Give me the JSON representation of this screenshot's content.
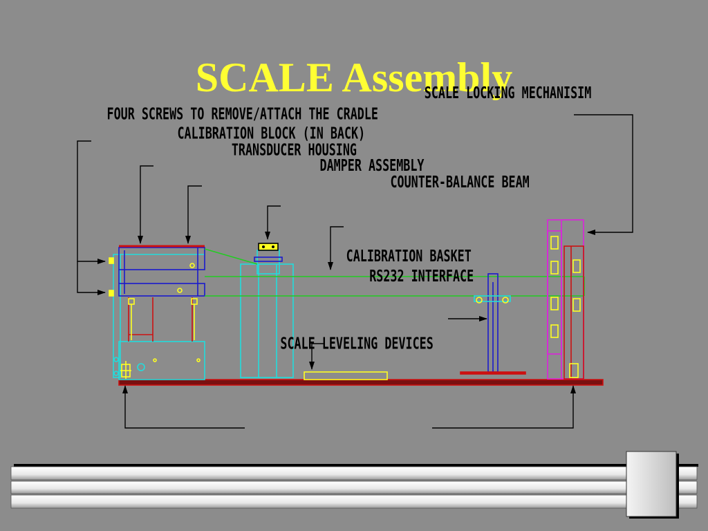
{
  "title": "SCALE Assembly",
  "labels": {
    "locking": "SCALE LOCKING MECHANISIM",
    "screws": "FOUR SCREWS TO REMOVE/ATTACH THE CRADLE",
    "calib_block": "CALIBRATION BLOCK (IN BACK)",
    "transducer": "TRANSDUCER HOUSING",
    "damper": "DAMPER ASSEMBLY",
    "beam": "COUNTER-BALANCE BEAM",
    "basket": "CALIBRATION BASKET",
    "rs232": "RS232 INTERFACE",
    "leveling": "SCALE LEVELING DEVICES"
  },
  "colors": {
    "background": "#8c8c8c",
    "title": "#ffff33",
    "drawing_blue": "#1a1acc",
    "drawing_green": "#22cc22",
    "drawing_cyan": "#22dddd",
    "drawing_red": "#cc1111",
    "drawing_magenta": "#dd22dd",
    "drawing_yellow": "#ffff22",
    "base_plate": "#7a1010"
  }
}
